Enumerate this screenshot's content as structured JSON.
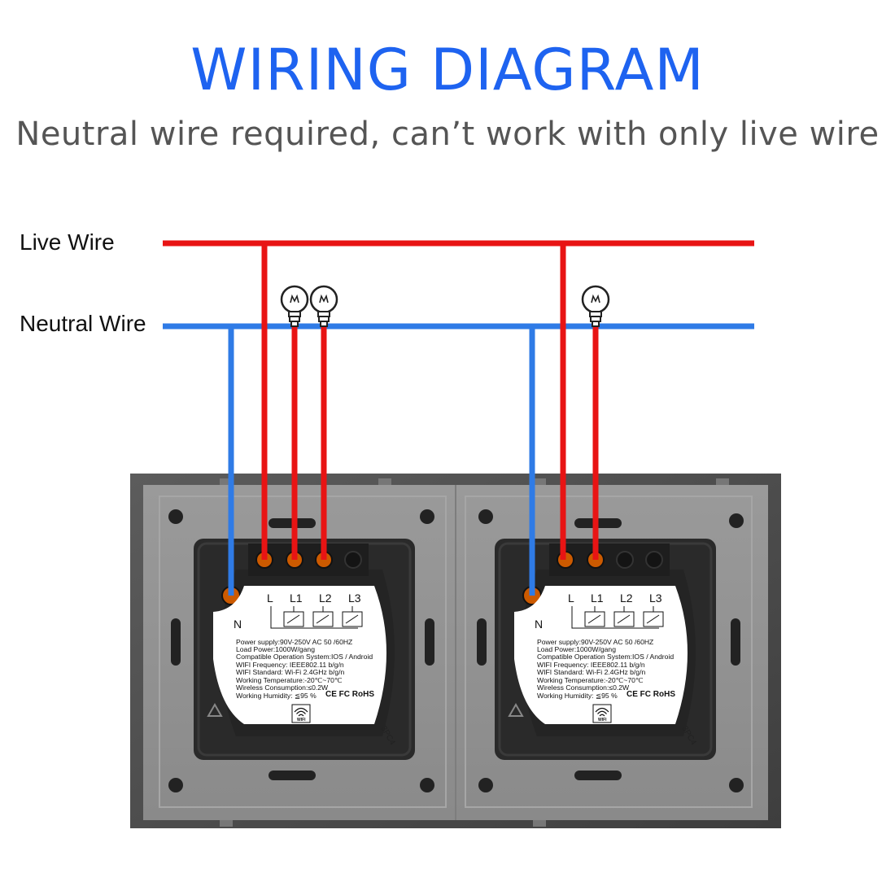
{
  "title": "WIRING DIAGRAM",
  "subtitle": "Neutral wire required, can’t work with only live wire",
  "labels": {
    "live": "Live Wire",
    "neutral": "Neutral Wire"
  },
  "colors": {
    "live": "#e81414",
    "neutral": "#2f7be6",
    "title": "#1e63f0",
    "panel": "#8f8f8f",
    "module": "#2a2a2a"
  },
  "switches": [
    {
      "terminals": {
        "n": "N",
        "l": "L",
        "l1": "L1",
        "l2": "L2",
        "l3": "L3"
      },
      "specs": [
        "Power supply:90V-250V AC  50 /60HZ",
        "Load Power:1000W/gang",
        "Compatible Operation System:IOS / Android",
        "WIFI Frequency: IEEE802.11 b/g/n",
        "WIFI Standard: Wi-Fi 2.4GHz b/g/n",
        "Working Temperature:-20℃~70℃",
        "Wireless Consumption:≤0.2W",
        "Working Humidity: ≦95 %"
      ],
      "cert": "CE FC RoHS",
      "wifi": "WIFI",
      "model": "3PC4"
    },
    {
      "terminals": {
        "n": "N",
        "l": "L",
        "l1": "L1",
        "l2": "L2",
        "l3": "L3"
      },
      "specs": [
        "Power supply:90V-250V AC  50 /60HZ",
        "Load Power:1000W/gang",
        "Compatible Operation System:IOS / Android",
        "WIFI Frequency: IEEE802.11 b/g/n",
        "WIFI Standard: Wi-Fi 2.4GHz b/g/n",
        "Working Temperature:-20℃~70℃",
        "Wireless Consumption:≤0.2W",
        "Working Humidity: ≦95 %"
      ],
      "cert": "CE FC RoHS",
      "wifi": "WIFI",
      "model": "3PC4"
    }
  ],
  "icons": {
    "bulb": "light-bulb-icon",
    "wifi": "wifi-icon",
    "recycle": "recycle-icon"
  }
}
